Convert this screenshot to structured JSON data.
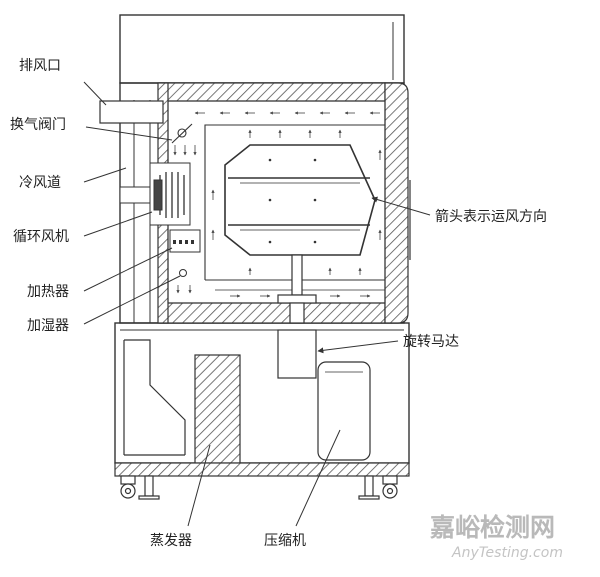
{
  "diagram": {
    "labels": {
      "exhaust_outlet": "排风口",
      "air_exchange_valve": "换气阀门",
      "cold_air_duct": "冷风道",
      "circulation_fan": "循环风机",
      "heater": "加热器",
      "humidifier": "加湿器",
      "arrow_meaning": "箭头表示运风方向",
      "rotating_motor": "旋转马达",
      "evaporator": "蒸发器",
      "compressor": "压缩机"
    },
    "watermark": {
      "chinese": "嘉峪检测网",
      "english": "AnyTesting.com"
    }
  },
  "colors": {
    "line": "#333333",
    "hatch": "#555555",
    "background": "#ffffff",
    "watermark": "#bbbbbb"
  }
}
